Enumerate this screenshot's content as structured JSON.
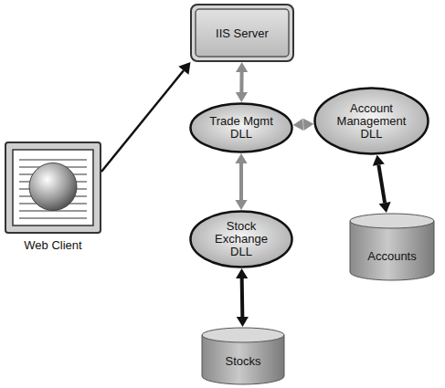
{
  "diagram": {
    "nodes": [
      {
        "text": [
          "IIS Server"
        ]
      },
      {
        "text": [
          "Account Management DLL"
        ]
      },
      {
        "text": [
          "Trade Mgmt DLL"
        ]
      },
      {
        "text": [
          "Web Client"
        ]
      },
      {
        "text": [
          "Stock Exchange DLL"
        ]
      },
      {
        "text": [
          "Accounts"
        ]
      },
      {
        "text": [
          "Stocks"
        ]
      }
    ],
    "edges": [
      {
        "from": 3,
        "to": 0,
        "arrow": "to"
      },
      {
        "from": 0,
        "to": 2,
        "arrow": "both"
      },
      {
        "from": 2,
        "to": 1,
        "arrow": "both"
      },
      {
        "from": 2,
        "to": 4,
        "arrow": "both"
      },
      {
        "from": 1,
        "to": 5,
        "arrow": "both"
      },
      {
        "from": 4,
        "to": 6,
        "arrow": "both"
      }
    ]
  }
}
